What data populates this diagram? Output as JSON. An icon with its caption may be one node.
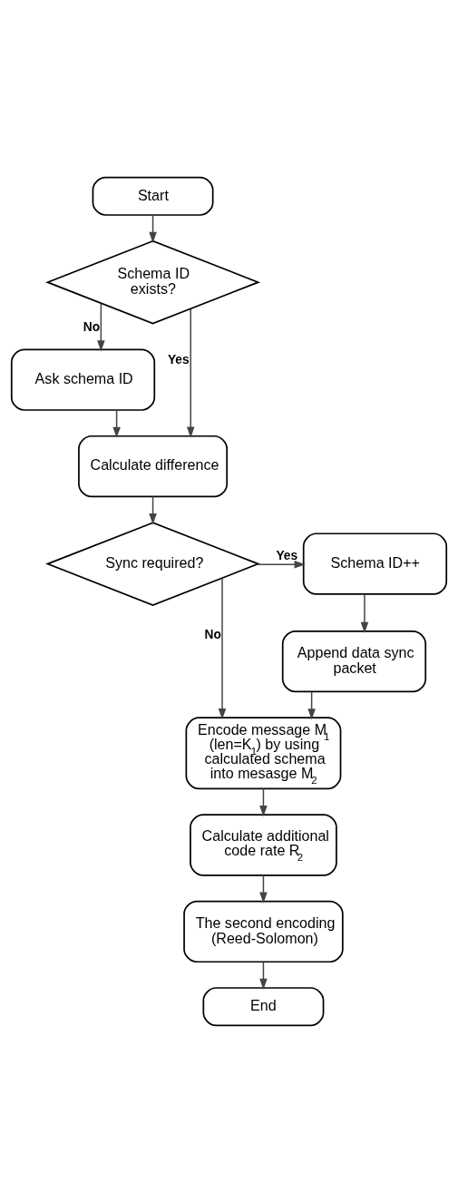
{
  "diagram": {
    "nodes": [
      {
        "text": [
          "Start"
        ]
      },
      {
        "text": [
          "Schema ID exists?"
        ]
      },
      {
        "text": [
          "Ask schema ID"
        ]
      },
      {
        "text": [
          "Calculate difference"
        ]
      },
      {
        "text": [
          "Sync required?"
        ]
      },
      {
        "text": [
          "Schema ID++"
        ]
      },
      {
        "text": [
          "Append data sync packet"
        ]
      },
      {
        "text": [
          "Encode message M$_{1}$ (len=K$_{1}$) by using calculated schema into mesasge M$_{2}$"
        ]
      },
      {
        "text": [
          "Calculate additional code rate R$_{2}$"
        ]
      },
      {
        "text": [
          "The second encoding (Reed-Solomon)"
        ]
      },
      {
        "text": [
          "End"
        ]
      }
    ],
    "edges": [
      {
        "from": 0,
        "to": 1,
        "arrow": "to"
      },
      {
        "from": 1,
        "to": 2,
        "arrow": "to",
        "label": "No"
      },
      {
        "from": 1,
        "to": 3,
        "arrow": "to",
        "label": "Yes"
      },
      {
        "from": 2,
        "to": 3,
        "arrow": "to"
      },
      {
        "from": 3,
        "to": 4,
        "arrow": "to"
      },
      {
        "from": 4,
        "to": 5,
        "arrow": "to",
        "label": "Yes"
      },
      {
        "from": 5,
        "to": 6,
        "arrow": "to"
      },
      {
        "from": 6,
        "to": 7,
        "arrow": "to"
      },
      {
        "from": 4,
        "to": 7,
        "arrow": "to",
        "label": "No"
      },
      {
        "from": 7,
        "to": 8,
        "arrow": "to"
      },
      {
        "from": 8,
        "to": 9,
        "arrow": "to"
      },
      {
        "from": 9,
        "to": 10,
        "arrow": "to"
      }
    ]
  }
}
